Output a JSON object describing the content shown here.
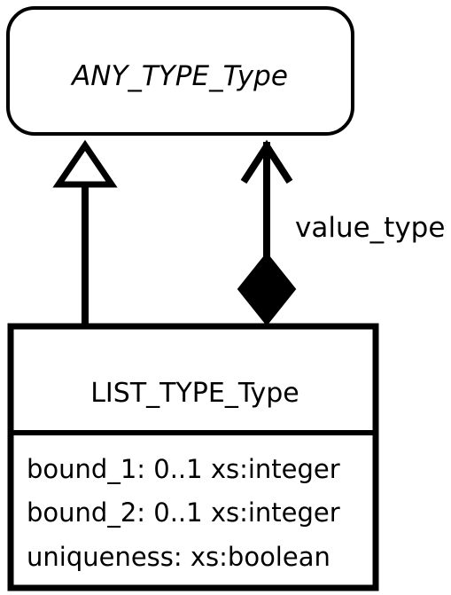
{
  "abstract_class": {
    "name": "ANY_TYPE_Type"
  },
  "concrete_class": {
    "name": "LIST_TYPE_Type",
    "attributes": [
      "bound_1: 0..1 xs:integer",
      "bound_2: 0..1 xs:integer",
      "uniqueness: xs:boolean"
    ]
  },
  "generalization": {
    "source": "LIST_TYPE_Type",
    "target": "ANY_TYPE_Type"
  },
  "association": {
    "role": "value_type",
    "kind": "composition",
    "source": "LIST_TYPE_Type",
    "target": "ANY_TYPE_Type"
  },
  "colors": {
    "stroke": "#000000",
    "fill": "#ffffff"
  }
}
